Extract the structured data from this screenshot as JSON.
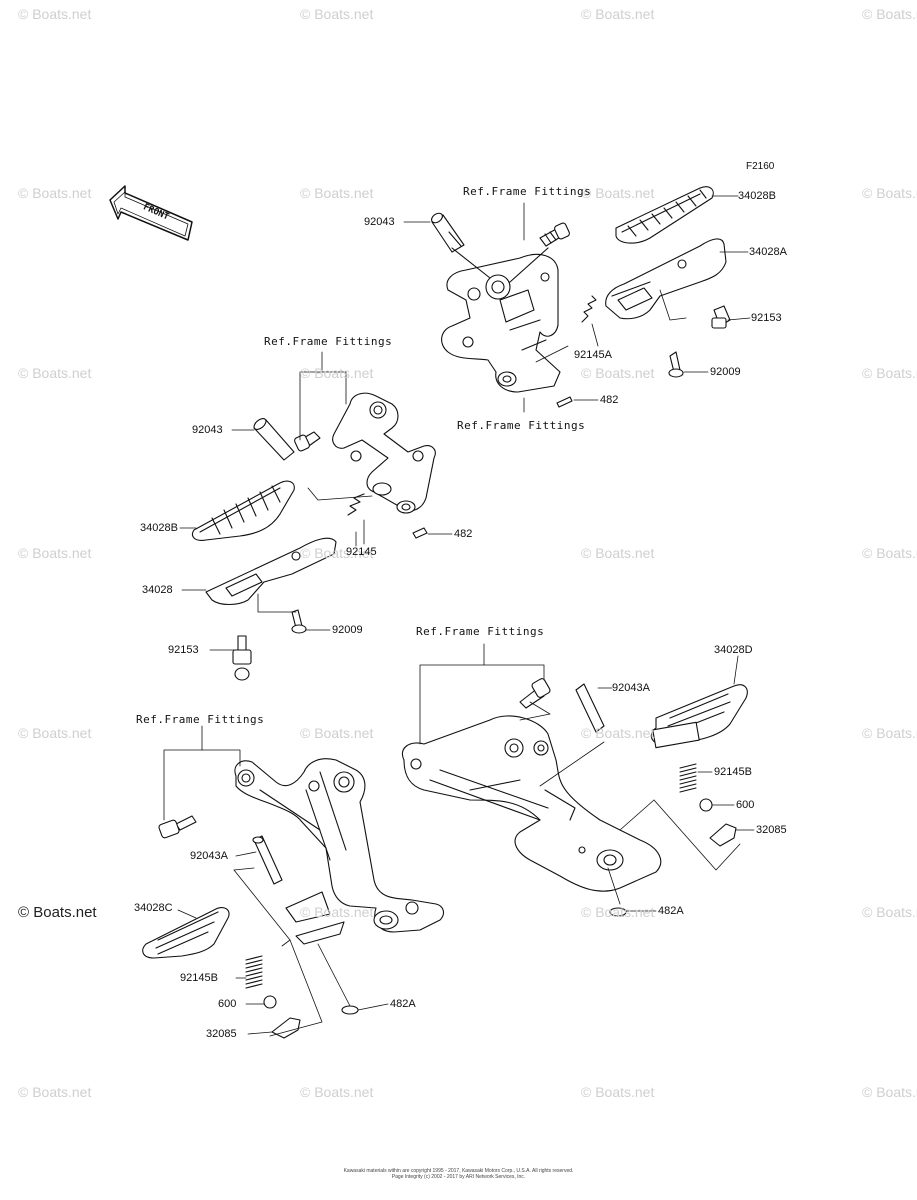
{
  "figure_code": "F2160",
  "front_label": "FRONT",
  "watermark": "© Boats.net",
  "ref_label": "Ref.Frame Fittings",
  "parts": {
    "p34028B_top": "34028B",
    "p34028A": "34028A",
    "p92043_top": "92043",
    "p92153_top": "92153",
    "p92145A": "92145A",
    "p92009_top": "92009",
    "p482_top": "482",
    "p92043_left": "92043",
    "p34028B_left": "34028B",
    "p92145": "92145",
    "p482_left": "482",
    "p34028": "34028",
    "p92009_left": "92009",
    "p92153_left": "92153",
    "p34028D": "34028D",
    "p92043A_right": "92043A",
    "p92145B_right": "92145B",
    "p600_right": "600",
    "p32085_right": "32085",
    "p482A_right": "482A",
    "p92043A_left": "92043A",
    "p34028C": "34028C",
    "p92145B_left": "92145B",
    "p600_left": "600",
    "p32085_left": "32085",
    "p482A_left": "482A"
  },
  "copyright": {
    "line1": "Kawasaki materials within are copyright 1995 - 2017, Kawasaki Motors Corp., U.S.A. All rights reserved.",
    "line2": "Page Integrity (c) 2002 - 2017 by ARI Network Services, Inc."
  }
}
